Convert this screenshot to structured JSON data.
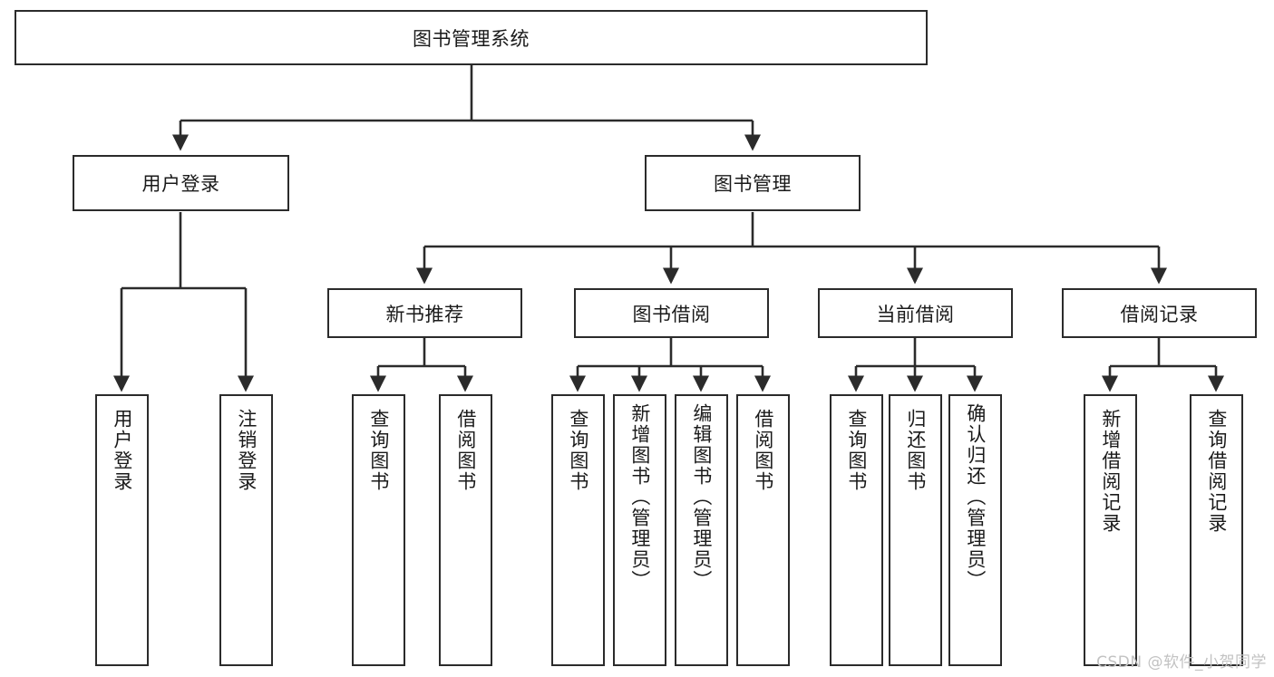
{
  "diagram": {
    "title": "图书管理系统",
    "type": "tree-hierarchy-chart",
    "colors": {
      "box_border": "#2b2b2b",
      "box_fill": "#ffffff",
      "line": "#2b2b2b",
      "text": "#1a1a1a",
      "watermark": "#c2c2c2"
    },
    "root": {
      "id": "root",
      "label": "图书管理系统",
      "orientation": "horizontal"
    },
    "level1": [
      {
        "id": "user-login",
        "label": "用户登录",
        "orientation": "horizontal"
      },
      {
        "id": "book-management",
        "label": "图书管理",
        "orientation": "horizontal"
      }
    ],
    "level2": [
      {
        "id": "new-book-recommend",
        "label": "新书推荐",
        "orientation": "horizontal",
        "parent": "book-management"
      },
      {
        "id": "book-borrow",
        "label": "图书借阅",
        "orientation": "horizontal",
        "parent": "book-management"
      },
      {
        "id": "current-borrow",
        "label": "当前借阅",
        "orientation": "horizontal",
        "parent": "book-management"
      },
      {
        "id": "borrow-record",
        "label": "借阅记录",
        "orientation": "horizontal",
        "parent": "book-management"
      }
    ],
    "leaves": [
      {
        "id": "leaf-user-login",
        "label": "用户登录",
        "orientation": "vertical",
        "parent": "user-login"
      },
      {
        "id": "leaf-logout-login",
        "label": "注销登录",
        "orientation": "vertical",
        "parent": "user-login"
      },
      {
        "id": "leaf-query-book-1",
        "label": "查询图书",
        "orientation": "vertical",
        "parent": "new-book-recommend"
      },
      {
        "id": "leaf-borrow-book-1",
        "label": "借阅图书",
        "orientation": "vertical",
        "parent": "new-book-recommend"
      },
      {
        "id": "leaf-query-book-2",
        "label": "查询图书",
        "orientation": "vertical",
        "parent": "book-borrow"
      },
      {
        "id": "leaf-add-book-admin",
        "label": "新增图书（管理员）",
        "orientation": "vertical",
        "parent": "book-borrow"
      },
      {
        "id": "leaf-edit-book-admin",
        "label": "编辑图书（管理员）",
        "orientation": "vertical",
        "parent": "book-borrow"
      },
      {
        "id": "leaf-borrow-book-2",
        "label": "借阅图书",
        "orientation": "vertical",
        "parent": "book-borrow"
      },
      {
        "id": "leaf-query-book-3",
        "label": "查询图书",
        "orientation": "vertical",
        "parent": "current-borrow"
      },
      {
        "id": "leaf-return-book",
        "label": "归还图书",
        "orientation": "vertical",
        "parent": "current-borrow"
      },
      {
        "id": "leaf-confirm-return-admin",
        "label": "确认归还（管理员）",
        "orientation": "vertical",
        "parent": "current-borrow"
      },
      {
        "id": "leaf-add-borrow-record",
        "label": "新增借阅记录",
        "orientation": "vertical",
        "parent": "borrow-record"
      },
      {
        "id": "leaf-query-borrow-record",
        "label": "查询借阅记录",
        "orientation": "vertical",
        "parent": "borrow-record"
      }
    ],
    "watermark": "CSDN @软件_小贺同学"
  }
}
